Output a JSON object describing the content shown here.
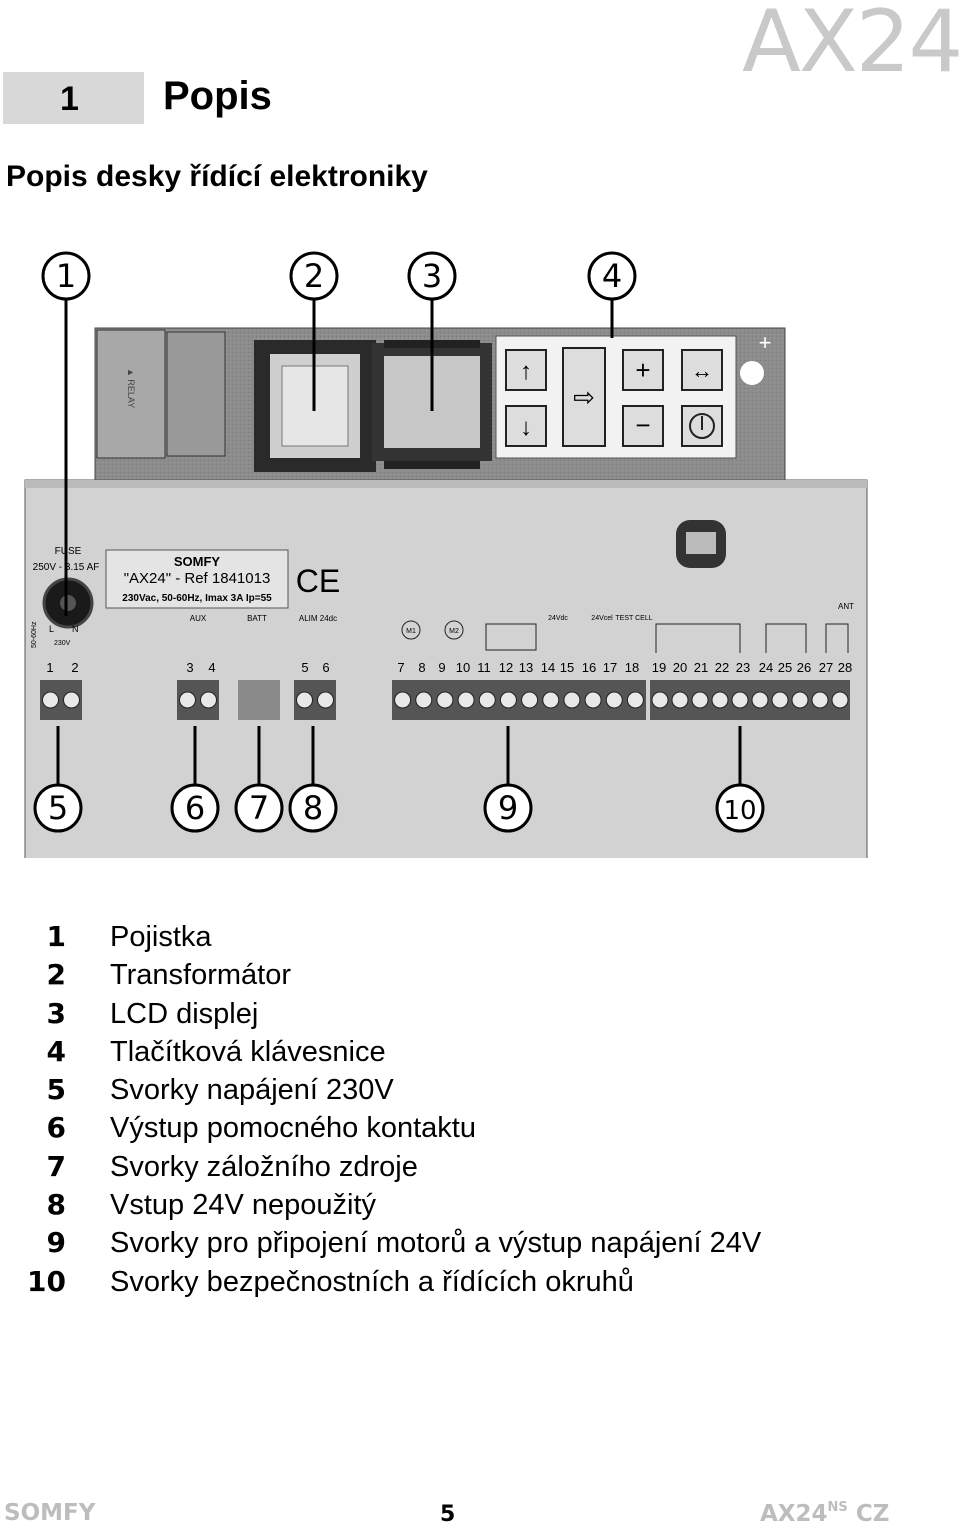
{
  "header": {
    "brand_watermark": "AX24",
    "section_number": "1",
    "section_title": "Popis",
    "subtitle": "Popis desky řídící elektroniky"
  },
  "figure": {
    "callouts": [
      "1",
      "2",
      "3",
      "4",
      "5",
      "6",
      "7",
      "8",
      "9",
      "10"
    ],
    "board_labels": {
      "fuse": "FUSE",
      "fuse_rating": "250V - 3.15 AF",
      "brand": "SOMFY",
      "model": "\"AX24\" - Ref 1841013",
      "spec": "230Vac, 50-60Hz,   Imax 3A  Ip=55",
      "ce": "CE",
      "aux": "AUX",
      "batt": "BATT",
      "alim": "ALIM 24dc",
      "freq": "50-60Hz",
      "voltage": "230V",
      "l": "L",
      "n": "N",
      "m1": "M1",
      "m2": "M2",
      "v24_1": "24Vdc",
      "v24_2": "24Vcel",
      "test_cell": "TEST CELL",
      "ant": "ANT",
      "plus": "+",
      "minus": "-",
      "terminals": [
        "1",
        "2",
        "3",
        "4",
        "5",
        "6",
        "7",
        "8",
        "9",
        "10",
        "11",
        "12",
        "13",
        "14",
        "15",
        "16",
        "17",
        "18",
        "19",
        "20",
        "21",
        "22",
        "23",
        "24",
        "25",
        "26",
        "27",
        "28"
      ]
    }
  },
  "legend": [
    {
      "num": "1",
      "text": "Pojistka"
    },
    {
      "num": "2",
      "text": "Transformátor"
    },
    {
      "num": "3",
      "text": "LCD displej"
    },
    {
      "num": "4",
      "text": "Tlačítková klávesnice"
    },
    {
      "num": "5",
      "text": "Svorky napájení 230V"
    },
    {
      "num": "6",
      "text": "Výstup pomocného kontaktu"
    },
    {
      "num": "7",
      "text": "Svorky záložního zdroje"
    },
    {
      "num": "8",
      "text": "Vstup 24V nepoužitý"
    },
    {
      "num": "9",
      "text": "Svorky pro připojení motorů a výstup napájení 24V"
    },
    {
      "num": "10",
      "text": "Svorky bezpečnostních a řídících okruhů"
    }
  ],
  "footer": {
    "left": "SOMFY",
    "page": "5",
    "right_main": "AX24",
    "right_sup": "NS",
    "right_lang": "CZ"
  }
}
